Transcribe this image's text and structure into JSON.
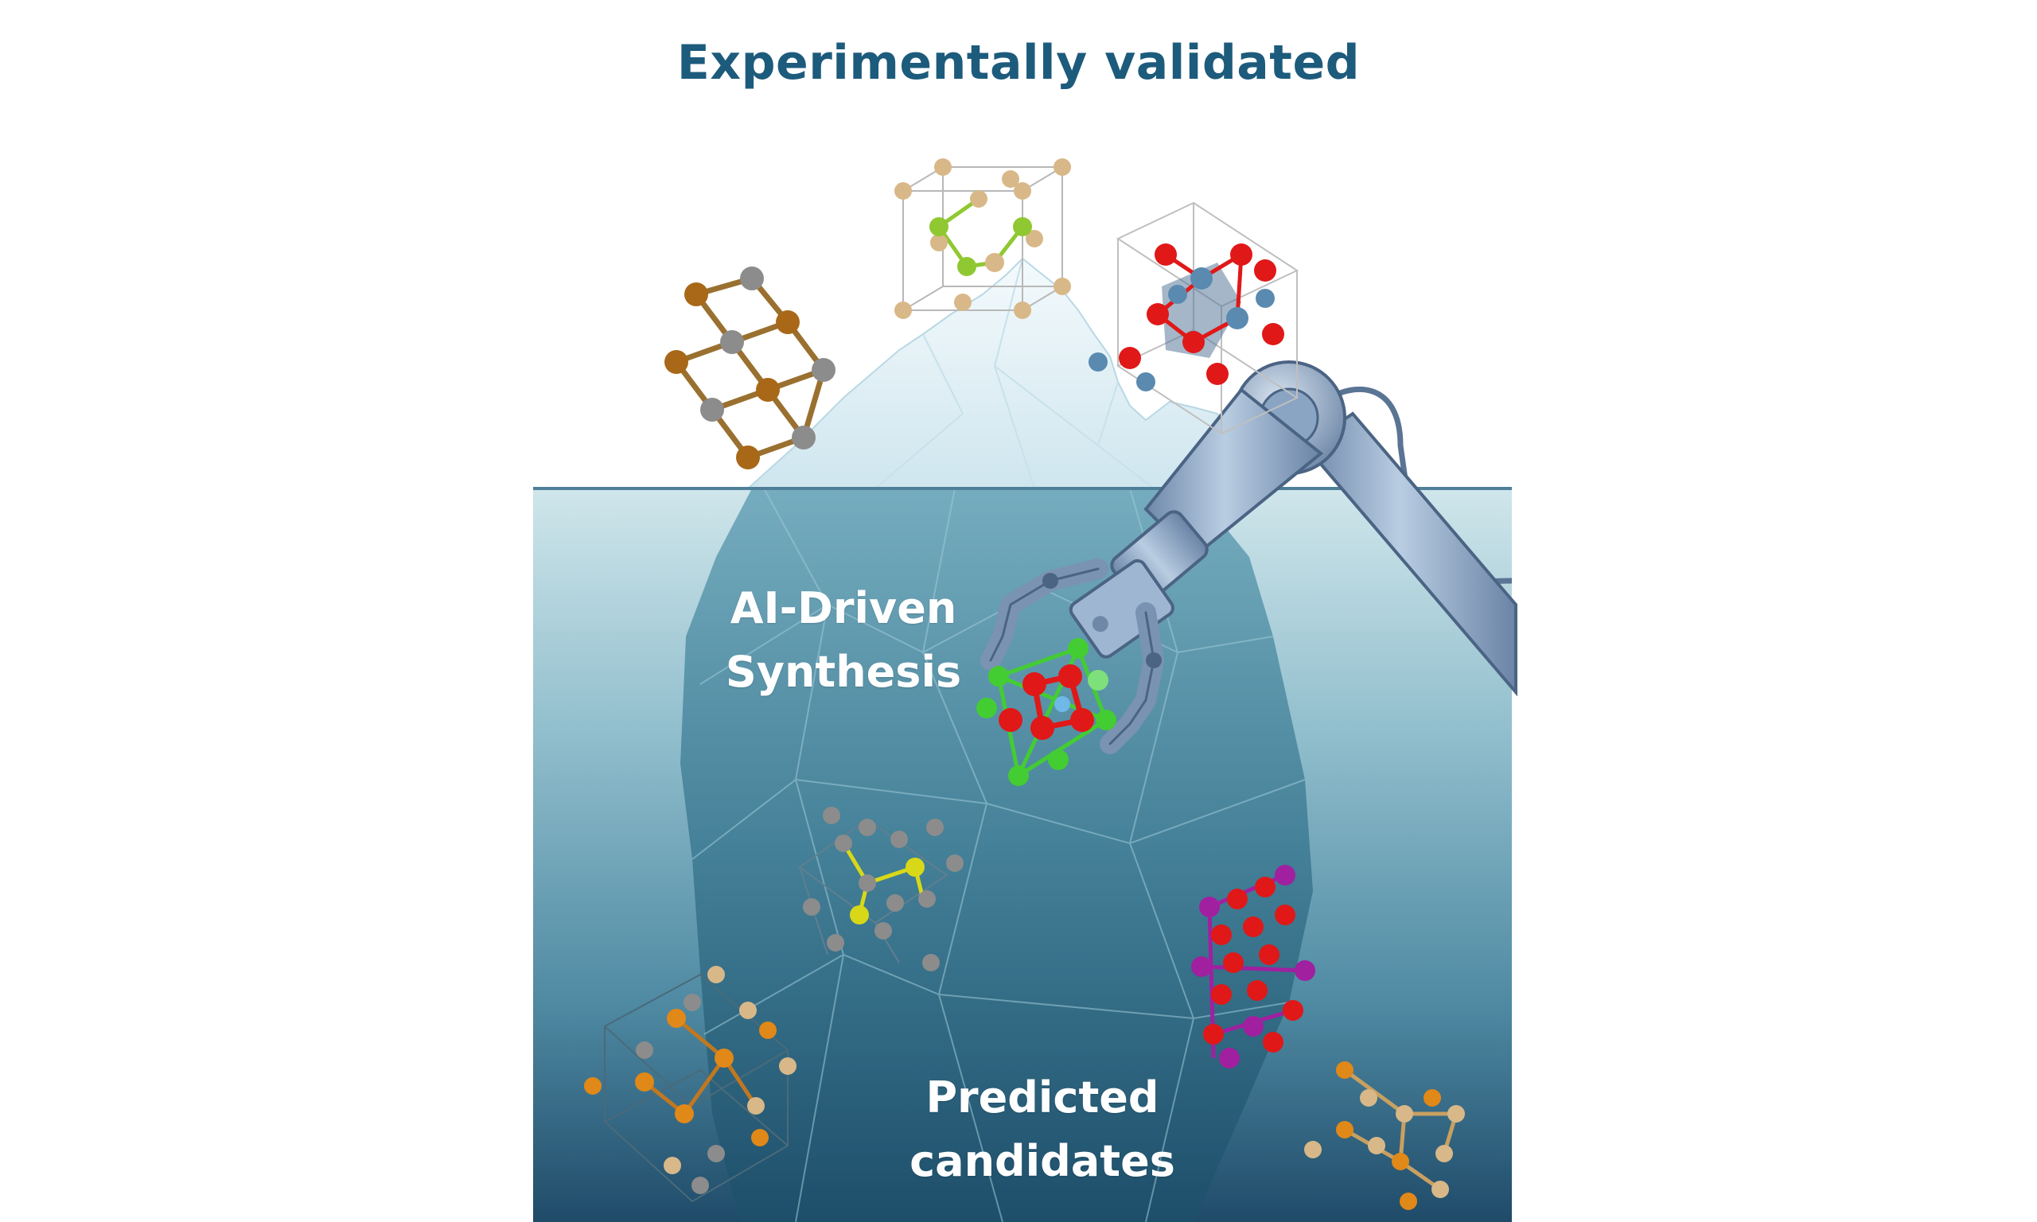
{
  "title": "Experimentally validated",
  "labels": {
    "ai_line1": "AI-Driven",
    "ai_line2": "Synthesis",
    "pred_line1": "Predicted",
    "pred_line2": "candidates"
  },
  "colors": {
    "title": "#1d5b7c",
    "water_top": "#c9e3e8",
    "water_bottom": "#1e4a68",
    "waterline": "#4e7f98",
    "ice_top": "#e6f3f8",
    "ice_under": "#3d7a92",
    "robot_arm": "#8aa4c4",
    "atom_red": "#e01818",
    "atom_green": "#44cc33",
    "atom_tan": "#d8b888",
    "atom_brown": "#a86818",
    "atom_gray": "#8c8c8c",
    "atom_steel": "#5a8ab0",
    "atom_purple": "#a020a0",
    "atom_orange": "#e08818",
    "atom_yellow": "#d8d818"
  },
  "icons": [
    "robot-arm-icon",
    "iceberg-icon",
    "crystal-structure-icon"
  ]
}
